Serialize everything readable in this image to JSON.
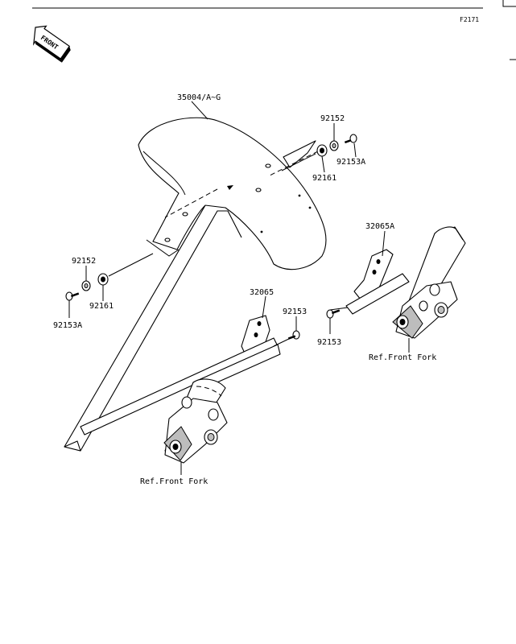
{
  "figure_code": "F2171",
  "front_badge": "FRONT",
  "labels": {
    "fender": "35004/A~G",
    "bolt_top": "92153A",
    "washer_top": "92152",
    "nut_top": "92161",
    "washer_left": "92152",
    "nut_left": "92161",
    "bolt_left": "92153A",
    "bracket_right": "32065A",
    "bolt_right": "92153",
    "fork_right": "Ref.Front Fork",
    "bracket_left": "32065",
    "bolt_mid": "92153",
    "fork_left": "Ref.Front Fork"
  },
  "colors": {
    "line": "#000000",
    "background": "#ffffff",
    "shade": "#bdbdbd"
  }
}
